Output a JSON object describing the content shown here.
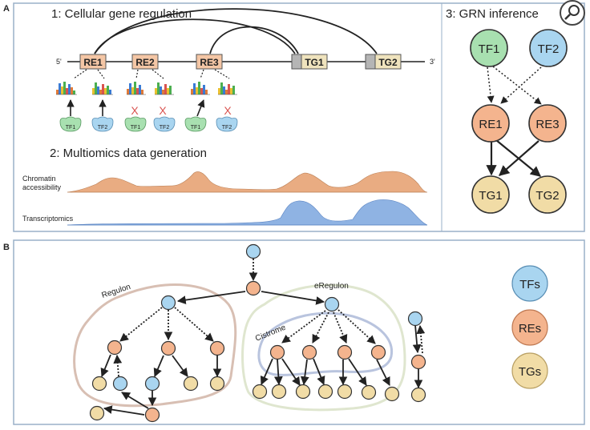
{
  "panel_a": {
    "letter": "A",
    "section1_title": "1: Cellular gene regulation",
    "section2_title": "2: Multiomics data generation",
    "section3_title": "3: GRN inference",
    "five_prime": "5'",
    "three_prime": "3'",
    "regions": [
      "RE1",
      "RE2",
      "RE3"
    ],
    "genes": [
      "TG1",
      "TG2"
    ],
    "tf1_label": "TF1",
    "tf2_label": "TF2",
    "block_mark": "X",
    "chromatin_label_1": "Chromatin",
    "chromatin_label_2": "accessibility",
    "transcriptomics_label": "Transcriptomics",
    "grn_nodes": {
      "tf1": "TF1",
      "tf2": "TF2",
      "re1": "RE1",
      "re3": "RE3",
      "tg1": "TG1",
      "tg2": "TG2"
    }
  },
  "panel_b": {
    "letter": "B",
    "regulon_label": "Regulon",
    "eregulon_label": "eRegulon",
    "cistrome_label": "Cistrome",
    "legend": {
      "tfs": "TFs",
      "res": "REs",
      "tgs": "TGs"
    }
  },
  "colors": {
    "tf": "#a9d5f0",
    "tf_green": "#a8e0b0",
    "re": "#f4b48e",
    "tg": "#f1dca6",
    "panel_border": "#9ab0c8",
    "chromatin": "#e8a87c",
    "transcript": "#8fb3e3",
    "block": "#d9534f"
  }
}
